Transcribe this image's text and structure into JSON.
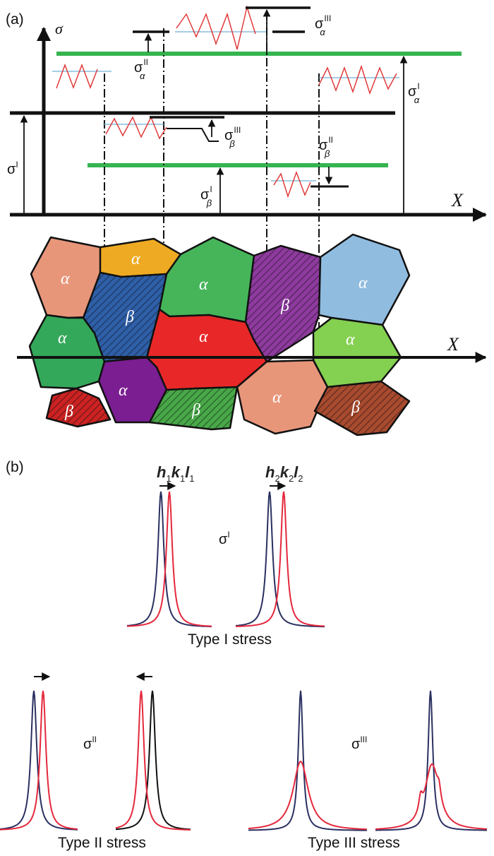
{
  "panel_a": {
    "label": "(a)",
    "y_axis": "σ",
    "x_axis_top": "X",
    "x_axis_grains": "X",
    "stress_labels": {
      "sig_I": {
        "base": "σ",
        "sup": "I",
        "sub": ""
      },
      "sig_I_alpha": {
        "base": "σ",
        "sup": "I",
        "sub": "α"
      },
      "sig_I_beta": {
        "base": "σ",
        "sup": "I",
        "sub": "β"
      },
      "sig_II_alpha": {
        "base": "σ",
        "sup": "II",
        "sub": "α"
      },
      "sig_II_beta": {
        "base": "σ",
        "sup": "II",
        "sub": "β"
      },
      "sig_III_alpha": {
        "base": "σ",
        "sup": "III",
        "sub": "α"
      },
      "sig_III_beta": {
        "base": "σ",
        "sup": "III",
        "sub": "β"
      }
    },
    "grains": [
      {
        "phase": "α",
        "color": "#e8967a",
        "hatched": false
      },
      {
        "phase": "α",
        "color": "#eeaa22",
        "hatched": false
      },
      {
        "phase": "β",
        "color": "#2e5fa8",
        "hatched": true
      },
      {
        "phase": "α",
        "color": "#46b55a",
        "hatched": false
      },
      {
        "phase": "β",
        "color": "#8e3a9e",
        "hatched": true
      },
      {
        "phase": "α",
        "color": "#90bce0",
        "hatched": false
      },
      {
        "phase": "α",
        "color": "#34a85a",
        "hatched": false
      },
      {
        "phase": "α",
        "color": "#e82828",
        "hatched": false
      },
      {
        "phase": "α",
        "color": "#84d050",
        "hatched": false
      },
      {
        "phase": "α",
        "color": "#7a1e92",
        "hatched": false
      },
      {
        "phase": "β",
        "color": "#cc2222",
        "hatched": true
      },
      {
        "phase": "β",
        "color": "#48a848",
        "hatched": true
      },
      {
        "phase": "α",
        "color": "#e8967a",
        "hatched": false
      },
      {
        "phase": "β",
        "color": "#a84a2e",
        "hatched": true
      }
    ]
  },
  "panel_b": {
    "label": "(b)",
    "hkl_1": {
      "h": "h",
      "hs": "1",
      "k": "k",
      "ks": "1",
      "l": "l",
      "ls": "1"
    },
    "hkl_2": {
      "h": "h",
      "hs": "2",
      "k": "k",
      "ks": "2",
      "l": "l",
      "ls": "2"
    },
    "sigma_I": {
      "base": "σ",
      "sup": "I"
    },
    "sigma_II": {
      "base": "σ",
      "sup": "II"
    },
    "sigma_III": {
      "base": "σ",
      "sup": "III"
    },
    "type1_caption": "Type I stress",
    "type2_caption": "Type II stress",
    "type3_caption": "Type III stress",
    "colors": {
      "reference": "#2a3060",
      "shifted": "#e4283c",
      "black": "#111111"
    }
  }
}
